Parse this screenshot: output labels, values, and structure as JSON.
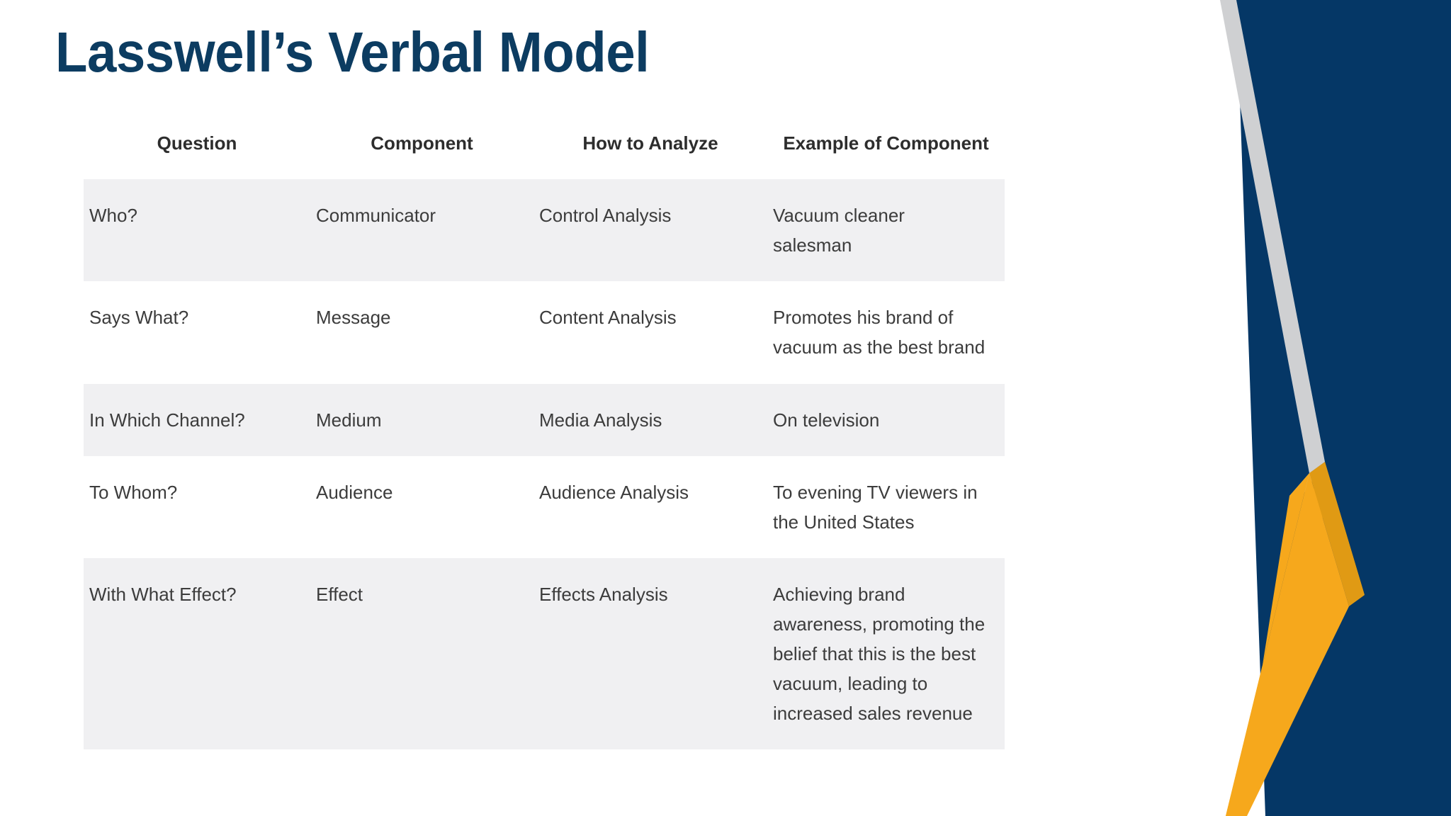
{
  "slide": {
    "title": "Lasswell’s Verbal Model",
    "background_color": "#ffffff",
    "title_color": "#0c3c61"
  },
  "decoration": {
    "name": "chevron-accent-graphic",
    "navy_color": "#053766",
    "gray_color": "#cfd0d2",
    "orange_color": "#f6a81c",
    "amber_color": "#e09a14"
  },
  "table": {
    "headers": [
      "Question",
      "Component",
      "How to Analyze",
      "Example of Component"
    ],
    "row_shading_color": "#f0f0f2",
    "rows": [
      {
        "question": "Who?",
        "component": "Communicator",
        "how_to_analyze": "Control Analysis",
        "example": "Vacuum cleaner salesman"
      },
      {
        "question": "Says What?",
        "component": "Message",
        "how_to_analyze": "Content Analysis",
        "example": "Promotes his brand of vacuum as the best brand"
      },
      {
        "question": "In Which Channel?",
        "component": "Medium",
        "how_to_analyze": "Media Analysis",
        "example": "On television"
      },
      {
        "question": "To Whom?",
        "component": "Audience",
        "how_to_analyze": "Audience Analysis",
        "example": "To evening TV viewers in the United States"
      },
      {
        "question": "With What Effect?",
        "component": "Effect",
        "how_to_analyze": "Effects Analysis",
        "example": "Achieving brand awareness, promoting the belief that this is the best vacuum, leading to increased sales revenue"
      }
    ]
  }
}
